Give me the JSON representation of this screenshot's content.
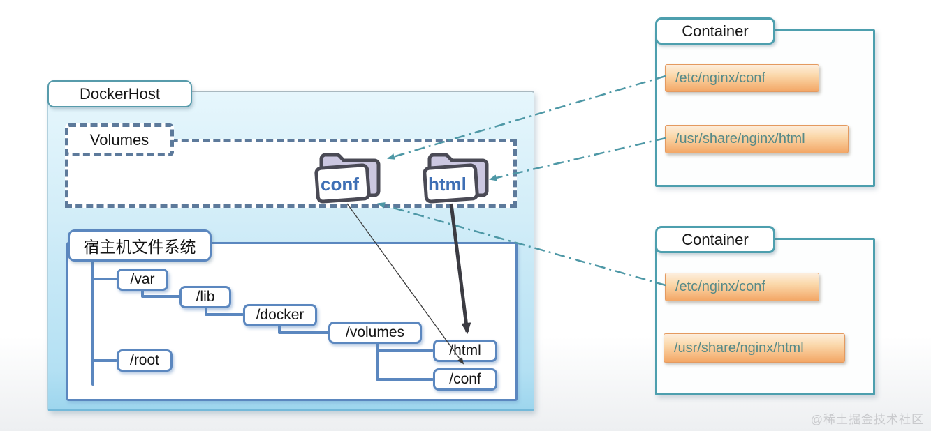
{
  "diagram": {
    "docker_host": {
      "label": "DockerHost",
      "volumes": {
        "label": "Volumes",
        "folders": [
          "conf",
          "html"
        ]
      },
      "filesystem": {
        "label": "宿主机文件系统",
        "nodes": [
          "/var",
          "/lib",
          "/docker",
          "/volumes",
          "/html",
          "/conf",
          "/root"
        ]
      }
    },
    "containers": [
      {
        "label": "Container",
        "paths": [
          "/etc/nginx/conf",
          "/usr/share/nginx/html"
        ]
      },
      {
        "label": "Container",
        "paths": [
          "/etc/nginx/conf",
          "/usr/share/nginx/html"
        ]
      }
    ],
    "watermark": "@稀土掘金技术社区",
    "colors": {
      "container_border_teal": "#4d9fae",
      "host_label_border_teal": "#579bab",
      "steel_blue": "#5b87bf",
      "volumes_dash_slate": "#5d7a9b",
      "host_fill_top": "#e6f6fc",
      "host_fill_bottom": "#9ed6ee",
      "orange_fill_top": "#fdeedd",
      "orange_fill_bottom": "#f3a766",
      "orange_border": "#e49a60",
      "orange_text_teal": "#578a88",
      "folder_outline": "#4a4a55",
      "folder_flap_lavender": "#cbc7e0",
      "folder_text_blue": "#3e6fb5",
      "arrow_teal": "#4e98a6",
      "arrow_dark": "#3b3b42"
    }
  }
}
